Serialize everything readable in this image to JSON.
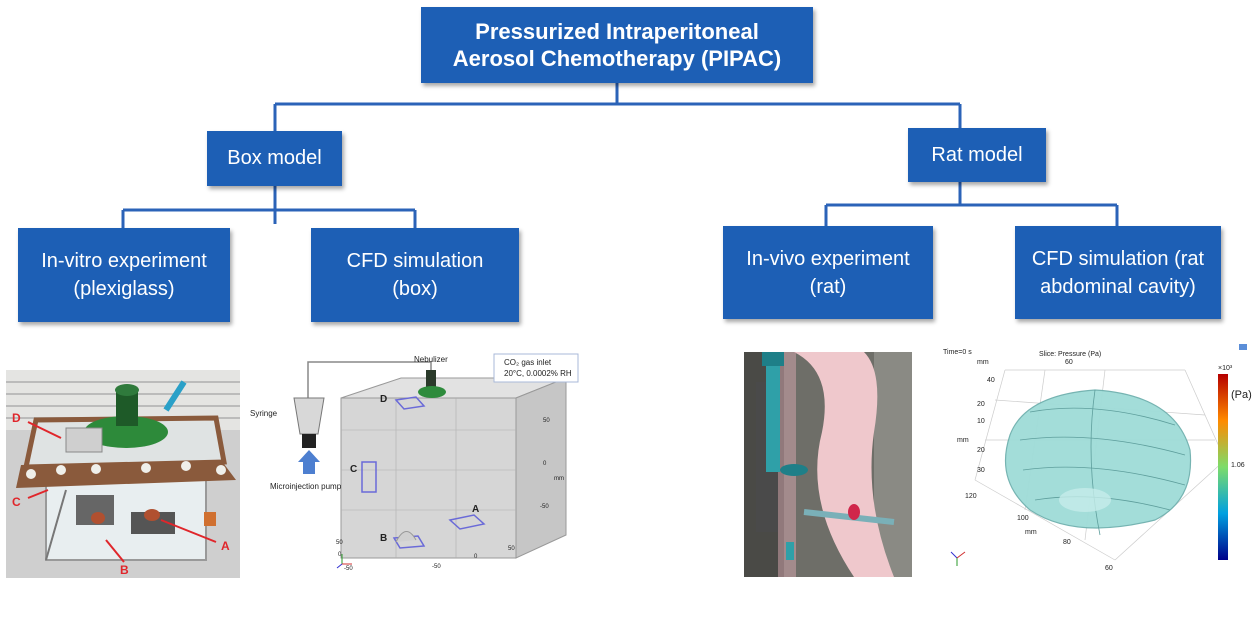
{
  "diagram": {
    "root": {
      "line1": "Pressurized Intraperitoneal",
      "line2": "Aerosol Chemotherapy (PIPAC)"
    },
    "box_model": {
      "label": "Box model"
    },
    "rat_model": {
      "label": "Rat model"
    },
    "invitro": {
      "line1": "In-vitro experiment",
      "line2": "(plexiglass)"
    },
    "cfd_box": {
      "line1": "CFD simulation",
      "line2": "(box)"
    },
    "invivo": {
      "line1": "In-vivo experiment",
      "line2": "(rat)"
    },
    "cfd_rat": {
      "line1": "CFD simulation (rat",
      "line2": "abdominal cavity)"
    }
  },
  "photo_box": {
    "markers": [
      "D",
      "C",
      "B",
      "A"
    ]
  },
  "schematic": {
    "nebulizer": "Nebulizer",
    "gas_inlet_line1": "CO₂ gas inlet",
    "gas_inlet_line2": "20°C, 0.0002% RH",
    "syringe": "Syringe",
    "pump": "Microinjection pump",
    "regions": [
      "D",
      "C",
      "A",
      "B"
    ],
    "ticks_right": [
      "50",
      "0",
      "-50"
    ],
    "unit": "mm",
    "ticks_bottom": [
      "50",
      "0",
      "-50",
      "50",
      "0",
      "-50"
    ]
  },
  "simulation": {
    "time": "Time=0 s",
    "slice": "Slice: Pressure (Pa)",
    "scale_exp": "×10³",
    "unit": "(Pa)",
    "colorbar_value": "1.06",
    "axis_ticks": [
      "60",
      "40",
      "20",
      "10",
      "20",
      "30",
      "120",
      "100",
      "80",
      "60"
    ],
    "unit_mm": "mm"
  }
}
